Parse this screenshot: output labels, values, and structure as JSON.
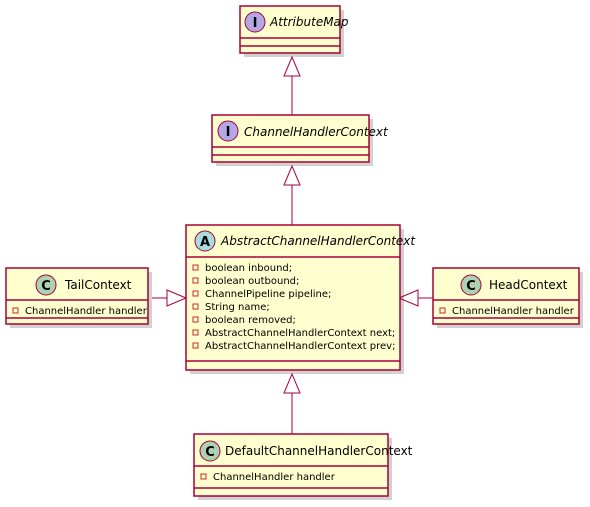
{
  "diagram": {
    "colors": {
      "box_fill": "#FEFECE",
      "border": "#A80036",
      "interface_badge": "#B4A7E5",
      "abstract_badge": "#A9DCDF",
      "class_badge": "#ADD1B2",
      "visibility_marker": "#C82930"
    },
    "nodes": {
      "attribute_map": {
        "kind": "interface",
        "badge": "I",
        "name": "AttributeMap",
        "italic": true,
        "members": []
      },
      "channel_handler_context": {
        "kind": "interface",
        "badge": "I",
        "name": "ChannelHandlerContext",
        "italic": true,
        "members": []
      },
      "abstract_channel_handler_context": {
        "kind": "abstract",
        "badge": "A",
        "name": "AbstractChannelHandlerContext",
        "italic": true,
        "members": [
          "boolean inbound;",
          "boolean outbound;",
          "ChannelPipeline pipeline;",
          "String name;",
          "boolean removed;",
          "AbstractChannelHandlerContext next;",
          "AbstractChannelHandlerContext prev;"
        ]
      },
      "tail_context": {
        "kind": "class",
        "badge": "C",
        "name": "TailContext",
        "italic": false,
        "members": [
          "ChannelHandler handler"
        ]
      },
      "head_context": {
        "kind": "class",
        "badge": "C",
        "name": "HeadContext",
        "italic": false,
        "members": [
          "ChannelHandler handler"
        ]
      },
      "default_channel_handler_context": {
        "kind": "class",
        "badge": "C",
        "name": "DefaultChannelHandlerContext",
        "italic": false,
        "members": [
          "ChannelHandler handler"
        ]
      }
    },
    "edges": [
      {
        "from": "channel_handler_context",
        "to": "attribute_map",
        "type": "generalization"
      },
      {
        "from": "abstract_channel_handler_context",
        "to": "channel_handler_context",
        "type": "generalization"
      },
      {
        "from": "tail_context",
        "to": "abstract_channel_handler_context",
        "type": "generalization"
      },
      {
        "from": "head_context",
        "to": "abstract_channel_handler_context",
        "type": "generalization"
      },
      {
        "from": "default_channel_handler_context",
        "to": "abstract_channel_handler_context",
        "type": "generalization"
      }
    ]
  }
}
